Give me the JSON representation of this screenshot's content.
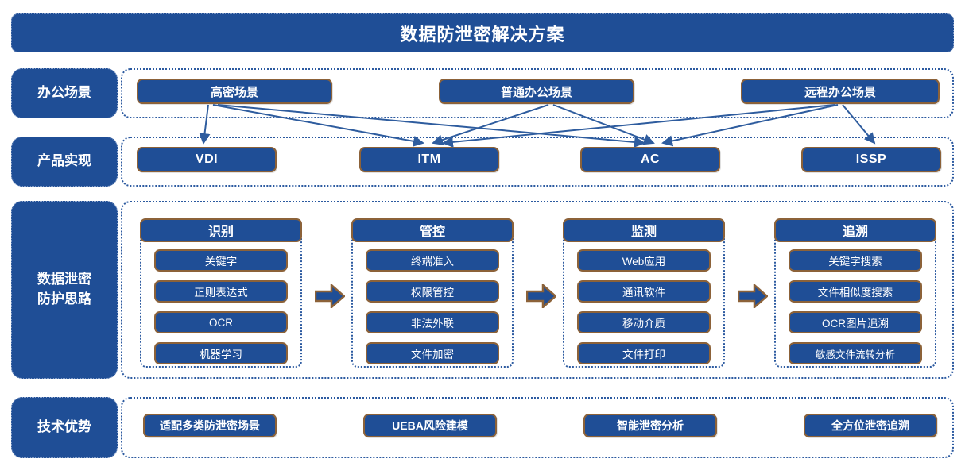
{
  "title": {
    "text": "数据防泄密解决方案"
  },
  "rows": [
    {
      "key": "office-scenario",
      "label": "办公场景"
    },
    {
      "key": "product",
      "label": "产品实现"
    },
    {
      "key": "protection",
      "label": "数据泄密\n防护思路"
    },
    {
      "key": "advantage",
      "label": "技术优势"
    }
  ],
  "scenarios": [
    {
      "label": "高密场景"
    },
    {
      "label": "普通办公场景"
    },
    {
      "label": "远程办公场景"
    }
  ],
  "products": [
    {
      "label": "VDI"
    },
    {
      "label": "ITM"
    },
    {
      "label": "AC"
    },
    {
      "label": "ISSP"
    }
  ],
  "pillars": [
    {
      "header": "识别",
      "items": [
        "关键字",
        "正则表达式",
        "OCR",
        "机器学习"
      ]
    },
    {
      "header": "管控",
      "items": [
        "终端准入",
        "权限管控",
        "非法外联",
        "文件加密"
      ]
    },
    {
      "header": "监测",
      "items": [
        "Web应用",
        "通讯软件",
        "移动介质",
        "文件打印"
      ]
    },
    {
      "header": "追溯",
      "items": [
        "关键字搜索",
        "文件相似度搜索",
        "OCR图片追溯",
        "敏感文件流转分析"
      ]
    }
  ],
  "advantages": [
    {
      "label": "适配多类防泄密场景"
    },
    {
      "label": "UEBA风险建模"
    },
    {
      "label": "智能泄密分析"
    },
    {
      "label": "全方位泄密追溯"
    }
  ],
  "connections": [
    {
      "from": "高密场景",
      "to": "VDI"
    },
    {
      "from": "高密场景",
      "to": "ITM"
    },
    {
      "from": "高密场景",
      "to": "AC"
    },
    {
      "from": "普通办公场景",
      "to": "ITM"
    },
    {
      "from": "普通办公场景",
      "to": "AC"
    },
    {
      "from": "远程办公场景",
      "to": "ITM"
    },
    {
      "from": "远程办公场景",
      "to": "AC"
    },
    {
      "from": "远程办公场景",
      "to": "ISSP"
    }
  ],
  "flow_arrows": [
    {
      "from": "识别",
      "to": "管控"
    },
    {
      "from": "管控",
      "to": "监测"
    },
    {
      "from": "监测",
      "to": "追溯"
    }
  ],
  "colors": {
    "brand_blue": "#1F4E96",
    "node_border_brown": "#8C6239",
    "dotted_border_blue": "#2C5AA0",
    "connector_line": "#2E5C9E",
    "text_on_blue": "#FFFFFF",
    "background": "#FFFFFF"
  }
}
